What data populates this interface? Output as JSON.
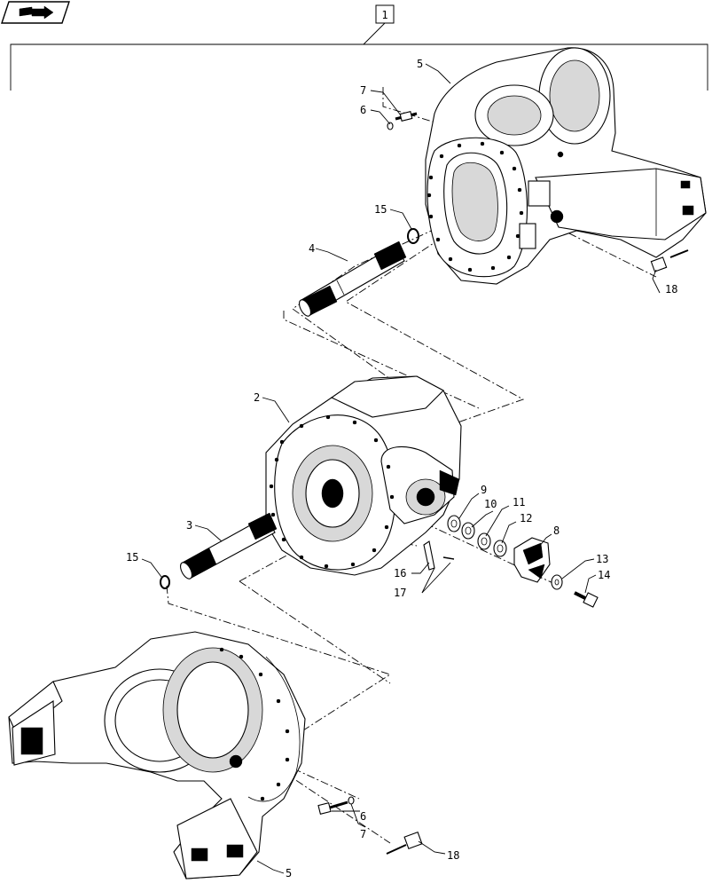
{
  "assembly": {
    "label": "1"
  },
  "callouts": {
    "axle_housing_upper": "5",
    "bolt_upper": "7",
    "washer_upper": "6",
    "snap_ring_upper": "15",
    "axle_shaft_upper": "4",
    "plug_upper": "18",
    "differential": "2",
    "axle_shaft_lower": "3",
    "snap_ring_lower": "15",
    "shim_a": "9",
    "shim_b": "10",
    "shim_c": "11",
    "shim_d": "12",
    "yoke": "8",
    "washer_yoke": "13",
    "bolt_yoke": "14",
    "pin_a": "16",
    "pin_b": "17",
    "washer_lower": "6",
    "bolt_lower": "7",
    "plug_lower": "18",
    "axle_housing_lower": "5"
  },
  "icons": {
    "nav": "book-arrow-icon"
  }
}
